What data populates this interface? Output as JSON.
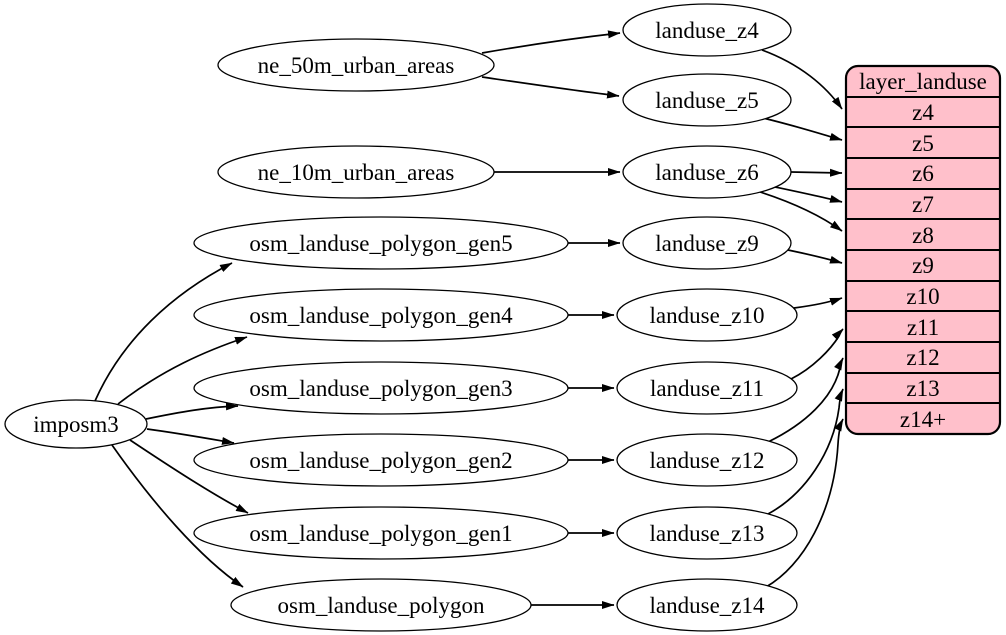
{
  "style": {
    "background": "#ffffff",
    "node_fill": "#ffffff",
    "node_stroke": "#000000",
    "edge_color": "#000000",
    "text_color": "#000000",
    "record_fill": "#ffc0cb"
  },
  "nodes": {
    "imposm3": {
      "label": "imposm3"
    },
    "ne_50m_urban_areas": {
      "label": "ne_50m_urban_areas"
    },
    "ne_10m_urban_areas": {
      "label": "ne_10m_urban_areas"
    },
    "osm_landuse_polygon_gen5": {
      "label": "osm_landuse_polygon_gen5"
    },
    "osm_landuse_polygon_gen4": {
      "label": "osm_landuse_polygon_gen4"
    },
    "osm_landuse_polygon_gen3": {
      "label": "osm_landuse_polygon_gen3"
    },
    "osm_landuse_polygon_gen2": {
      "label": "osm_landuse_polygon_gen2"
    },
    "osm_landuse_polygon_gen1": {
      "label": "osm_landuse_polygon_gen1"
    },
    "osm_landuse_polygon": {
      "label": "osm_landuse_polygon"
    },
    "landuse_z4": {
      "label": "landuse_z4"
    },
    "landuse_z5": {
      "label": "landuse_z5"
    },
    "landuse_z6": {
      "label": "landuse_z6"
    },
    "landuse_z9": {
      "label": "landuse_z9"
    },
    "landuse_z10": {
      "label": "landuse_z10"
    },
    "landuse_z11": {
      "label": "landuse_z11"
    },
    "landuse_z12": {
      "label": "landuse_z12"
    },
    "landuse_z13": {
      "label": "landuse_z13"
    },
    "landuse_z14": {
      "label": "landuse_z14"
    }
  },
  "record": {
    "title": "layer_landuse",
    "rows": [
      "z4",
      "z5",
      "z6",
      "z7",
      "z8",
      "z9",
      "z10",
      "z11",
      "z12",
      "z13",
      "z14+"
    ]
  },
  "edges": [
    {
      "from": "imposm3",
      "to": "osm_landuse_polygon_gen5"
    },
    {
      "from": "imposm3",
      "to": "osm_landuse_polygon_gen4"
    },
    {
      "from": "imposm3",
      "to": "osm_landuse_polygon_gen3"
    },
    {
      "from": "imposm3",
      "to": "osm_landuse_polygon_gen2"
    },
    {
      "from": "imposm3",
      "to": "osm_landuse_polygon_gen1"
    },
    {
      "from": "imposm3",
      "to": "osm_landuse_polygon"
    },
    {
      "from": "ne_50m_urban_areas",
      "to": "landuse_z4"
    },
    {
      "from": "ne_50m_urban_areas",
      "to": "landuse_z5"
    },
    {
      "from": "ne_10m_urban_areas",
      "to": "landuse_z6"
    },
    {
      "from": "osm_landuse_polygon_gen5",
      "to": "landuse_z9"
    },
    {
      "from": "osm_landuse_polygon_gen4",
      "to": "landuse_z10"
    },
    {
      "from": "osm_landuse_polygon_gen3",
      "to": "landuse_z11"
    },
    {
      "from": "osm_landuse_polygon_gen2",
      "to": "landuse_z12"
    },
    {
      "from": "osm_landuse_polygon_gen1",
      "to": "landuse_z13"
    },
    {
      "from": "osm_landuse_polygon",
      "to": "landuse_z14"
    },
    {
      "from": "landuse_z4",
      "to": "layer_landuse:z4"
    },
    {
      "from": "landuse_z5",
      "to": "layer_landuse:z5"
    },
    {
      "from": "landuse_z6",
      "to": "layer_landuse:z6"
    },
    {
      "from": "landuse_z6",
      "to": "layer_landuse:z7"
    },
    {
      "from": "landuse_z6",
      "to": "layer_landuse:z8"
    },
    {
      "from": "landuse_z9",
      "to": "layer_landuse:z9"
    },
    {
      "from": "landuse_z10",
      "to": "layer_landuse:z10"
    },
    {
      "from": "landuse_z11",
      "to": "layer_landuse:z11"
    },
    {
      "from": "landuse_z12",
      "to": "layer_landuse:z12"
    },
    {
      "from": "landuse_z13",
      "to": "layer_landuse:z13"
    },
    {
      "from": "landuse_z14",
      "to": "layer_landuse:z14+"
    }
  ]
}
